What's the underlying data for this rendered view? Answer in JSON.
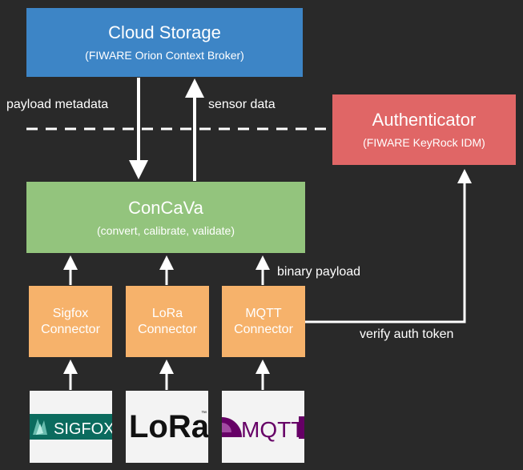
{
  "cloud": {
    "title": "Cloud Storage",
    "subtitle": "(FIWARE Orion Context Broker)"
  },
  "auth": {
    "title": "Authenticator",
    "subtitle": "(FIWARE KeyRock IDM)"
  },
  "concava": {
    "title": "ConCaVa",
    "subtitle": "(convert, calibrate, validate)"
  },
  "connectors": [
    {
      "line1": "Sigfox",
      "line2": "Connector"
    },
    {
      "line1": "LoRa",
      "line2": "Connector"
    },
    {
      "line1": "MQTT",
      "line2": "Connector"
    }
  ],
  "labels": {
    "payload_metadata": "payload metadata",
    "sensor_data": "sensor data",
    "binary_payload": "binary payload",
    "verify_auth_token": "verify auth token"
  },
  "logos": {
    "sigfox": "SIGFOX",
    "lora": "LoRa",
    "mqtt": "MQTT"
  },
  "colors": {
    "background": "#292929",
    "cloud": "#3d85c6",
    "auth": "#e06666",
    "concava": "#93c47d",
    "connector": "#f6b26b",
    "sigfox": "#0b6b5e",
    "mqtt": "#660066"
  }
}
